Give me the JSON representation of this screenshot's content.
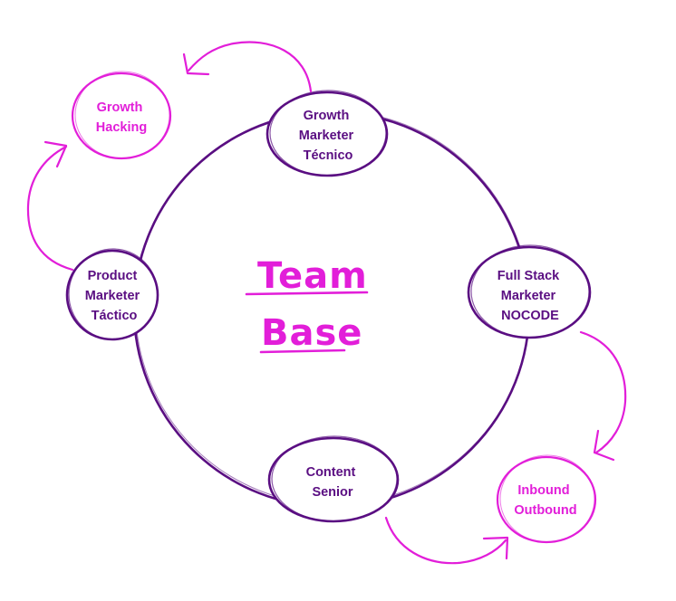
{
  "colors": {
    "primary": "#5a0e82",
    "accent": "#e21ed9"
  },
  "title": {
    "line1": "Team",
    "line2": "Base"
  },
  "nodes": {
    "growth_marketer": {
      "lines": [
        "Growth",
        "Marketer",
        "Técnico"
      ]
    },
    "full_stack": {
      "lines": [
        "Full Stack",
        "Marketer",
        "NOCODE"
      ]
    },
    "content": {
      "lines": [
        "Content",
        "Senior"
      ]
    },
    "product_marketer": {
      "lines": [
        "Product",
        "Marketer",
        "Táctico"
      ]
    },
    "growth_hacking": {
      "lines": [
        "Growth",
        "Hacking"
      ]
    },
    "inbound_outbound": {
      "lines": [
        "Inbound",
        "Outbound"
      ]
    }
  }
}
